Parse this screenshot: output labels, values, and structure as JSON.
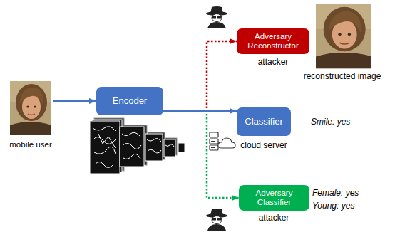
{
  "diagram": {
    "nodes": [
      {
        "text": [
          "mobile user"
        ]
      },
      {
        "text": [
          "Encoder"
        ]
      },
      {
        "text": [
          "Adversary Reconstructor"
        ]
      },
      {
        "text": [
          "Classifier"
        ]
      },
      {
        "text": [
          "Adversary Classifier"
        ]
      }
    ],
    "edges": [
      {
        "from": 0,
        "to": 1,
        "arrow": "to"
      },
      {
        "from": 1,
        "to": 2,
        "arrow": "to"
      },
      {
        "from": 1,
        "to": 3,
        "arrow": "to"
      },
      {
        "from": 1,
        "to": 4,
        "arrow": "to"
      }
    ],
    "labels": [
      "attacker",
      "reconstructed image",
      "Smile: yes",
      "cloud server",
      "Female: yes",
      "Young: yes",
      "attacker"
    ]
  }
}
